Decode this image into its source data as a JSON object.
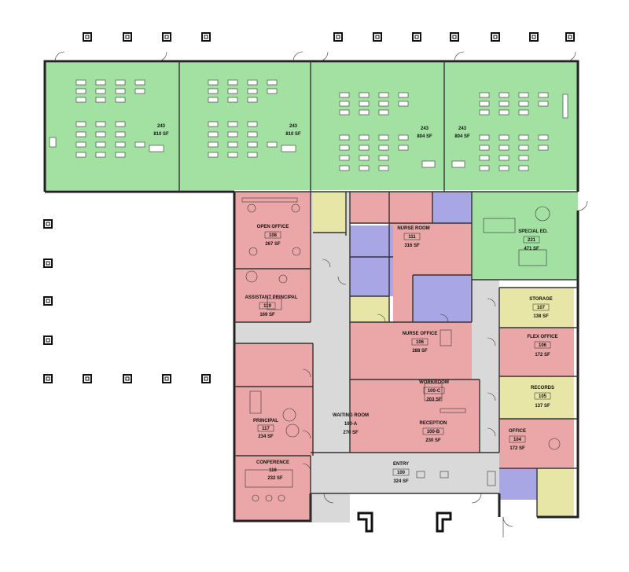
{
  "colors": {
    "classroom": "#a3e1a3",
    "office": "#eba7a7",
    "restroom": "#a9a6e6",
    "storage": "#e8e6a6",
    "circulation": "#d9d9d9"
  },
  "rooms": {
    "class1": {
      "num": "243",
      "area": "810 SF"
    },
    "class2": {
      "num": "243",
      "area": "810 SF"
    },
    "class3": {
      "num": "243",
      "area": "804 SF"
    },
    "class4": {
      "num": "243",
      "area": "804 SF"
    },
    "open_office": {
      "name": "OPEN OFFICE",
      "num": "108",
      "area": "267 SF"
    },
    "asst_principal": {
      "name": "ASSISTANT PRINCIPAL",
      "num": "119",
      "area": "169 SF"
    },
    "principal": {
      "name": "PRINCIPAL",
      "num": "117",
      "area": "234 SF"
    },
    "conference": {
      "name": "CONFERENCE",
      "num": "116",
      "area": "232 SF"
    },
    "nurse_room": {
      "name": "NURSE ROOM",
      "num": "111",
      "area": "316 SF"
    },
    "nurse_office": {
      "name": "NURSE OFFICE",
      "num": "106",
      "area": "288 SF"
    },
    "workroom": {
      "name": "WORKROOM",
      "num": "100-C",
      "area": "203 SF"
    },
    "waiting_room": {
      "name": "WAITING ROOM",
      "num": "100-A",
      "area": "270 SF"
    },
    "reception": {
      "name": "RECEPTION",
      "num": "100-B",
      "area": "230 SF"
    },
    "entry": {
      "name": "ENTRY",
      "num": "100",
      "area": "324 SF"
    },
    "special_ed": {
      "name": "SPECIAL ED.",
      "num": "221",
      "area": "471 SF"
    },
    "storage": {
      "name": "STORAGE",
      "num": "107",
      "area": "138 SF"
    },
    "flex_office": {
      "name": "FLEX OFFICE",
      "num": "106",
      "area": "172 SF"
    },
    "records": {
      "name": "RECORDS",
      "num": "105",
      "area": "137 SF"
    },
    "office": {
      "name": "OFFICE",
      "num": "104",
      "area": "172 SF"
    }
  }
}
